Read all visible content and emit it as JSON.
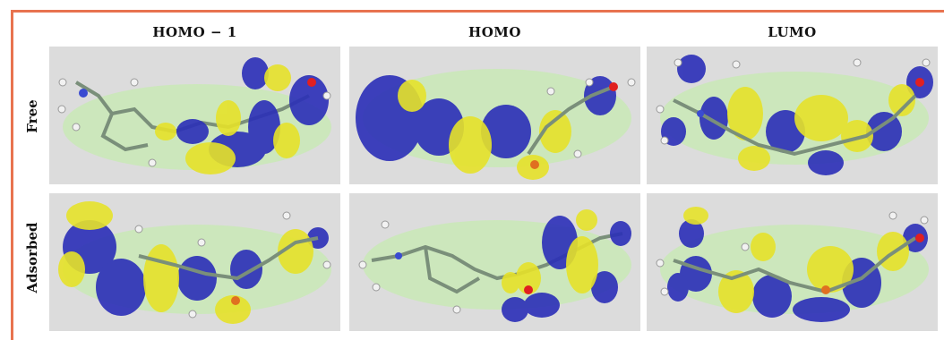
{
  "figure": {
    "columns": [
      {
        "id": "homo-1",
        "label": "HOMO − 1"
      },
      {
        "id": "homo",
        "label": "HOMO"
      },
      {
        "id": "lumo",
        "label": "LUMO"
      }
    ],
    "rows": [
      {
        "id": "free",
        "label": "Free"
      },
      {
        "id": "adsorbed",
        "label": "Adsorbed"
      }
    ],
    "colors": {
      "frame": "#e8734f",
      "panel_background": "#dcdcdc",
      "positive_lobe": "#2b2fb8",
      "negative_lobe": "#e6e22a",
      "electron_density": "#c8eab4",
      "carbon": "#7a8f7a",
      "hydrogen": "#f2f2f2",
      "nitrogen": "#3a4bd1",
      "oxygen": "#e02020"
    }
  }
}
